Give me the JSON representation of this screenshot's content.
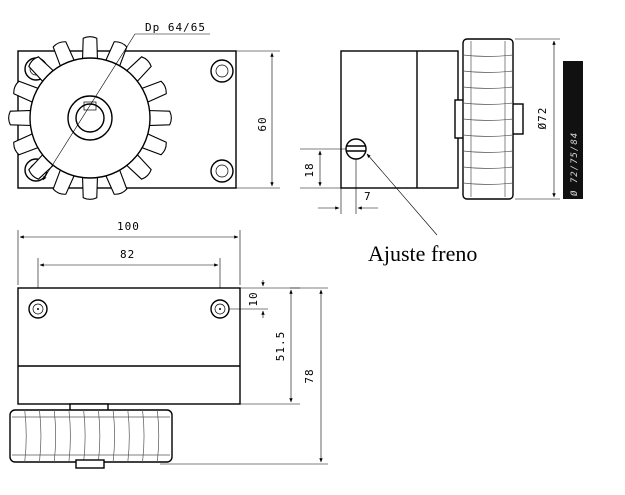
{
  "dimensions": {
    "pitch_diameter": "Dp 64/65",
    "height_front": "60",
    "brake_offset_vertical": "18",
    "brake_offset_horizontal": "7",
    "gear_diameter": "Ø72",
    "width_total": "100",
    "hole_spacing": "82",
    "hole_from_top": "10",
    "body_depth": "51.5",
    "total_depth": "78"
  },
  "annotations": {
    "brake_adjust": "Ajuste freno"
  },
  "side_tag": "Ø 72/75/84"
}
